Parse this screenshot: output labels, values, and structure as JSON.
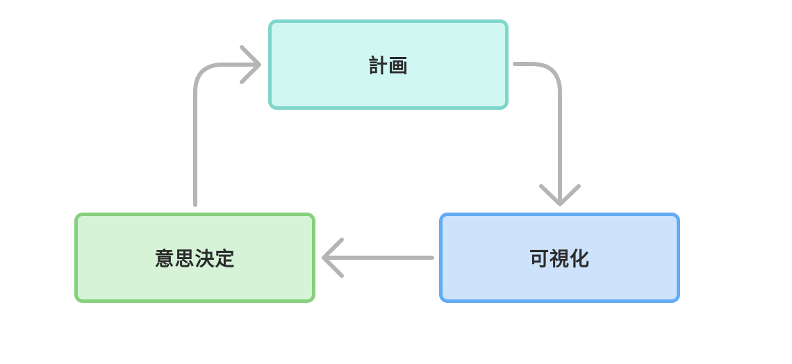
{
  "diagram": {
    "nodes": {
      "plan": {
        "label": "計画",
        "fill": "#d0f7f2",
        "stroke": "#7fd6cb"
      },
      "visualize": {
        "label": "可視化",
        "fill": "#cde3fb",
        "stroke": "#64abf3"
      },
      "decide": {
        "label": "意思決定",
        "fill": "#d6f3d8",
        "stroke": "#86d07d"
      }
    },
    "arrow_color": "#b5b5b5",
    "edges": [
      {
        "from": "plan",
        "to": "visualize"
      },
      {
        "from": "visualize",
        "to": "decide"
      },
      {
        "from": "decide",
        "to": "plan"
      }
    ]
  }
}
